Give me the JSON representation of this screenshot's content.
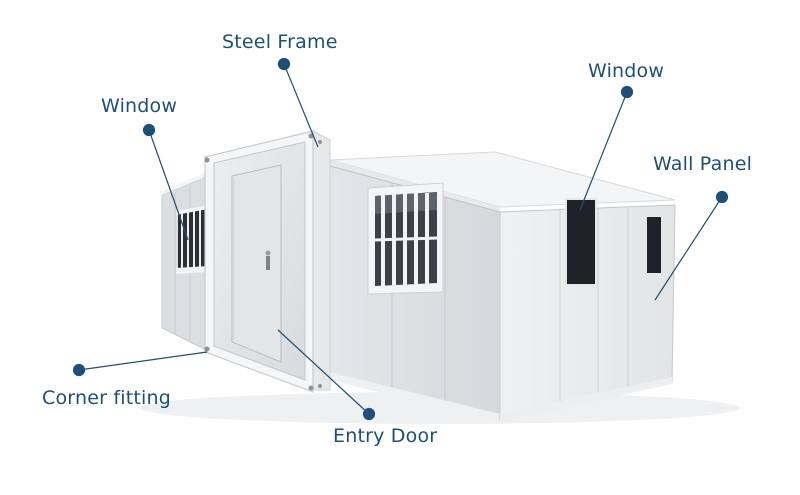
{
  "callouts": {
    "steel_frame": "Steel Frame",
    "window_left": "Window",
    "window_right": "Window",
    "wall_panel": "Wall Panel",
    "corner_fitting": "Corner fitting",
    "entry_door": "Entry Door"
  },
  "colors": {
    "callout_text": "#1f4f78",
    "leader_line": "#1f4f78",
    "panel_light": "#e9ebec",
    "panel_shade": "#d2d5d7",
    "frame": "#f4f5f5",
    "window_glass": "#1e2226"
  }
}
